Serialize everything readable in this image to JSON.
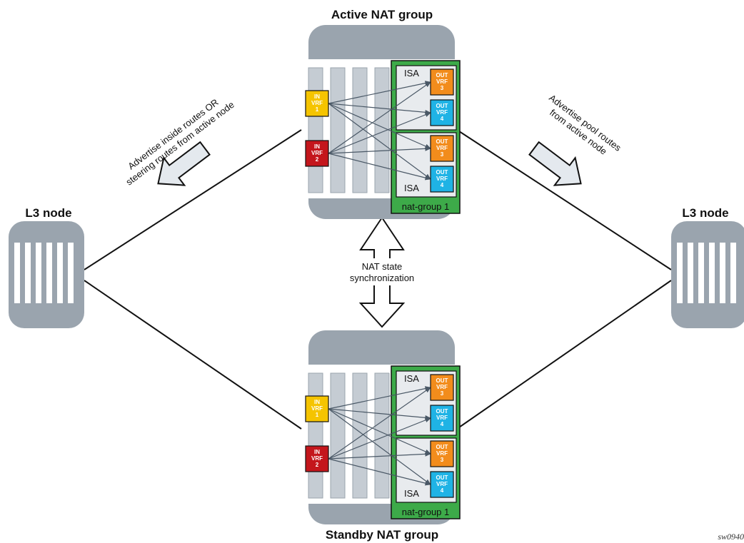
{
  "titles": {
    "active": "Active NAT group",
    "standby": "Standby NAT group",
    "left_node": "L3 node",
    "right_node": "L3 node"
  },
  "annotations": {
    "left_arrow": [
      "Advertise inside routes OR",
      "steering routes from active node"
    ],
    "right_arrow": [
      "Advertise pool routes",
      "from active node"
    ],
    "sync": [
      "NAT state",
      "synchronization"
    ]
  },
  "group": {
    "isa_label": "ISA",
    "nat_group_label": "nat-group 1",
    "in_vrfs": [
      {
        "lines": [
          "IN",
          "VRF",
          "1"
        ],
        "color": "#f5c400"
      },
      {
        "lines": [
          "IN",
          "VRF",
          "2"
        ],
        "color": "#c4161c"
      }
    ],
    "out_vrfs": [
      {
        "lines": [
          "OUT",
          "VRF",
          "3"
        ],
        "color": "#f28c1c"
      },
      {
        "lines": [
          "OUT",
          "VRF",
          "4"
        ],
        "color": "#1fb3e5"
      },
      {
        "lines": [
          "OUT",
          "VRF",
          "3"
        ],
        "color": "#f28c1c"
      },
      {
        "lines": [
          "OUT",
          "VRF",
          "4"
        ],
        "color": "#1fb3e5"
      }
    ]
  },
  "colors": {
    "chassis": "#9aa4ae",
    "slot": "#e6e9ec",
    "nat_green": "#3daa49",
    "isa_fill": "#e8ebee",
    "arrow_fill": "#e4e9ee"
  },
  "figure_id": "sw0940"
}
